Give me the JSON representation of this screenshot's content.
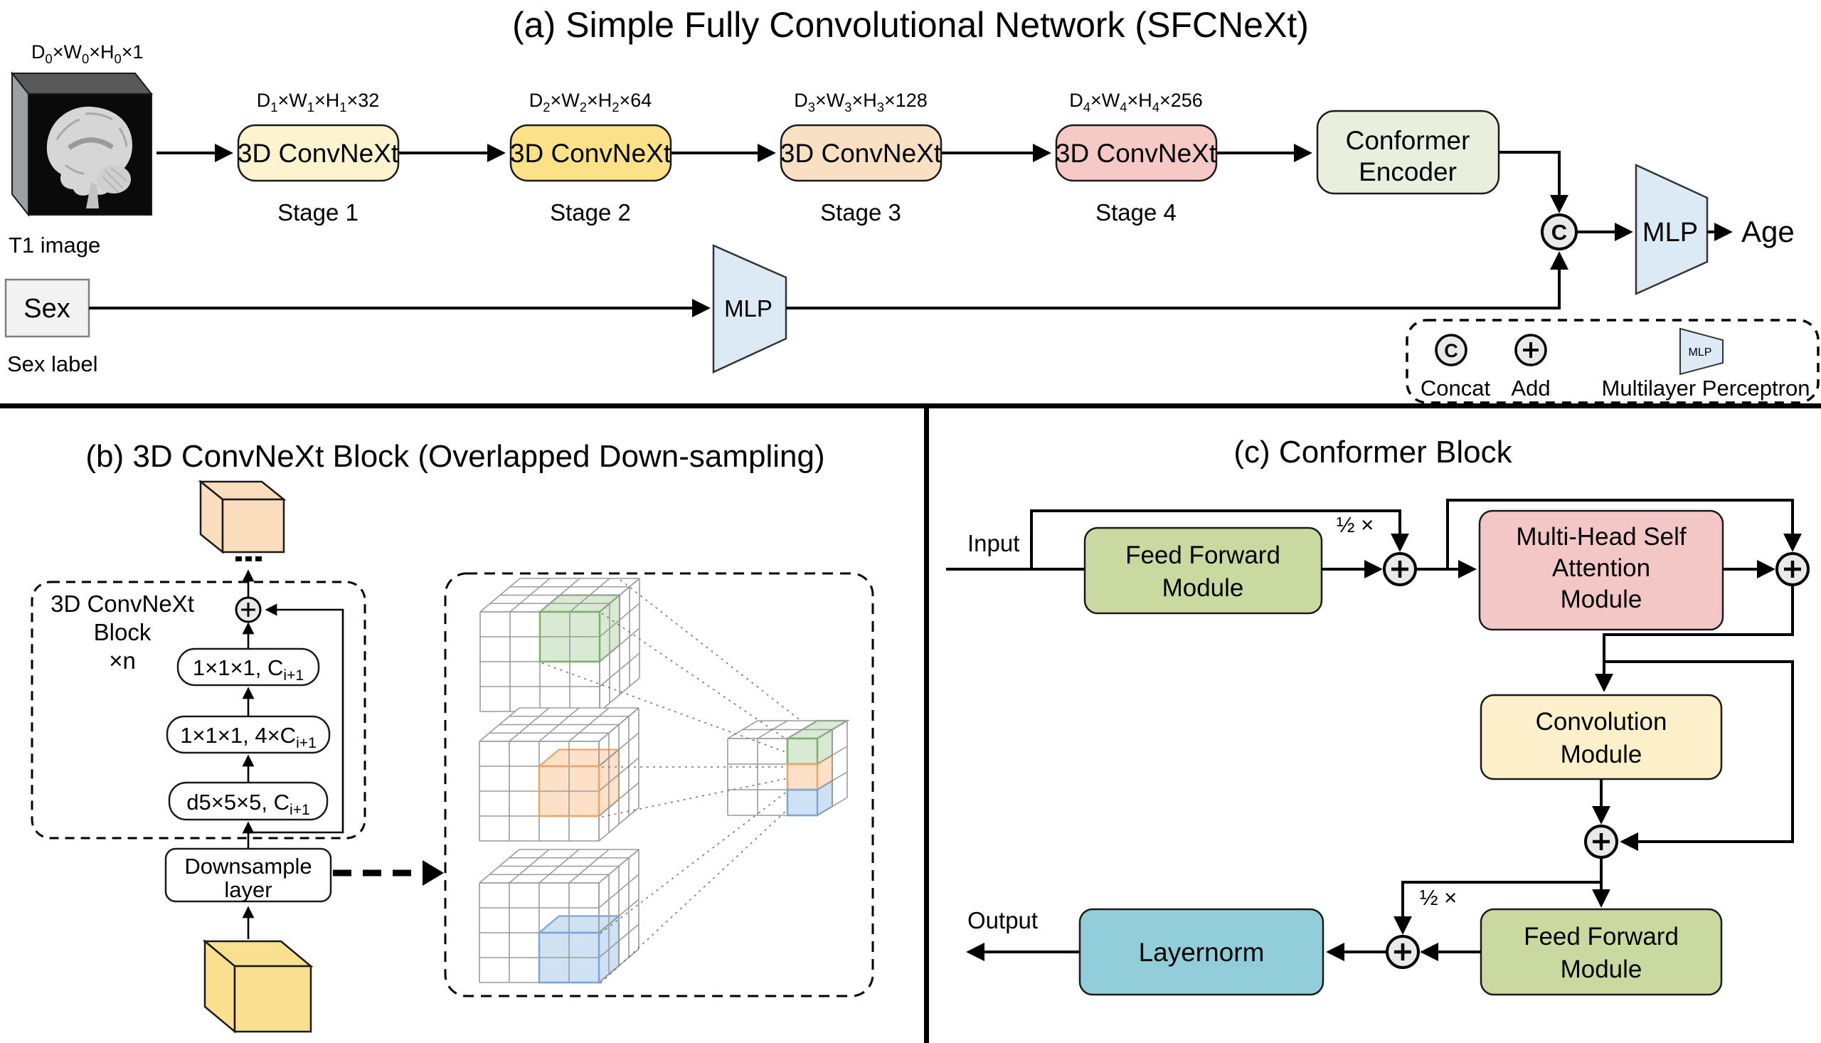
{
  "panel_a": {
    "title": "(a) Simple Fully Convolutional Network (SFCNeXt)",
    "input_dim": "D_{0}×W_{0}×H_{0}×1",
    "input_caption": "T1 image",
    "stages": [
      {
        "dim": "D_{1}×W_{1}×H_{1}×32",
        "label": "3D ConvNeXt",
        "name": "Stage 1",
        "color": "#FDF3CF"
      },
      {
        "dim": "D_{2}×W_{2}×H_{2}×64",
        "label": "3D ConvNeXt",
        "name": "Stage 2",
        "color": "#FBE187"
      },
      {
        "dim": "D_{3}×W_{3}×H_{3}×128",
        "label": "3D ConvNeXt",
        "name": "Stage 3",
        "color": "#FAE0C2"
      },
      {
        "dim": "D_{4}×W_{4}×H_{4}×256",
        "label": "3D ConvNeXt",
        "name": "Stage 4",
        "color": "#F6C9C6"
      }
    ],
    "encoder_line1": "Conformer",
    "encoder_line2": "Encoder",
    "encoder_color": "#E8EFDC",
    "concat_symbol": "C",
    "mlp_label": "MLP",
    "age_label": "Age",
    "sex_box": "Sex",
    "sex_caption": "Sex label",
    "sex_mlp": "MLP",
    "mlp_color": "#DCEAF5",
    "legend": {
      "concat_symbol": "C",
      "concat_label": "Concat",
      "add_label": "Add",
      "mlp_symbol": "MLP",
      "mlp_label": "Multilayer Perceptron"
    }
  },
  "panel_b": {
    "title": "(b) 3D ConvNeXt Block (Overlapped Down-sampling)",
    "block_line1": "3D ConvNeXt",
    "block_line2": "Block",
    "block_line3": "×n",
    "conv1": "1×1×1, C_{i+1}",
    "conv2": "1×1×1, 4×C_{i+1}",
    "conv3": "d5×5×5, C_{i+1}",
    "down_line1": "Downsample",
    "down_line2": "layer",
    "output_cube_color": "#F9DDBC",
    "input_cube_color": "#FBDF90",
    "highlight_green": "#D9EAD3",
    "highlight_green_border": "#7FAF6F",
    "highlight_orange": "#FCE0C8",
    "highlight_orange_border": "#E8A66A",
    "highlight_blue": "#CFE2F3",
    "highlight_blue_border": "#7EA6D4"
  },
  "panel_c": {
    "title": "(c) Conformer Block",
    "input_label": "Input",
    "output_label": "Output",
    "half_label": "½ ×",
    "ff_color": "#C9D9A0",
    "mhsa_color": "#F4C7C7",
    "conv_color": "#FBF0C9",
    "layernorm_color": "#92CDDA",
    "ff1_line1": "Feed Forward",
    "ff1_line2": "Module",
    "mhsa_line1": "Multi-Head Self",
    "mhsa_line2": "Attention",
    "mhsa_line3": "Module",
    "conv_line1": "Convolution",
    "conv_line2": "Module",
    "ff2_line1": "Feed Forward",
    "ff2_line2": "Module",
    "layernorm_label": "Layernorm"
  }
}
